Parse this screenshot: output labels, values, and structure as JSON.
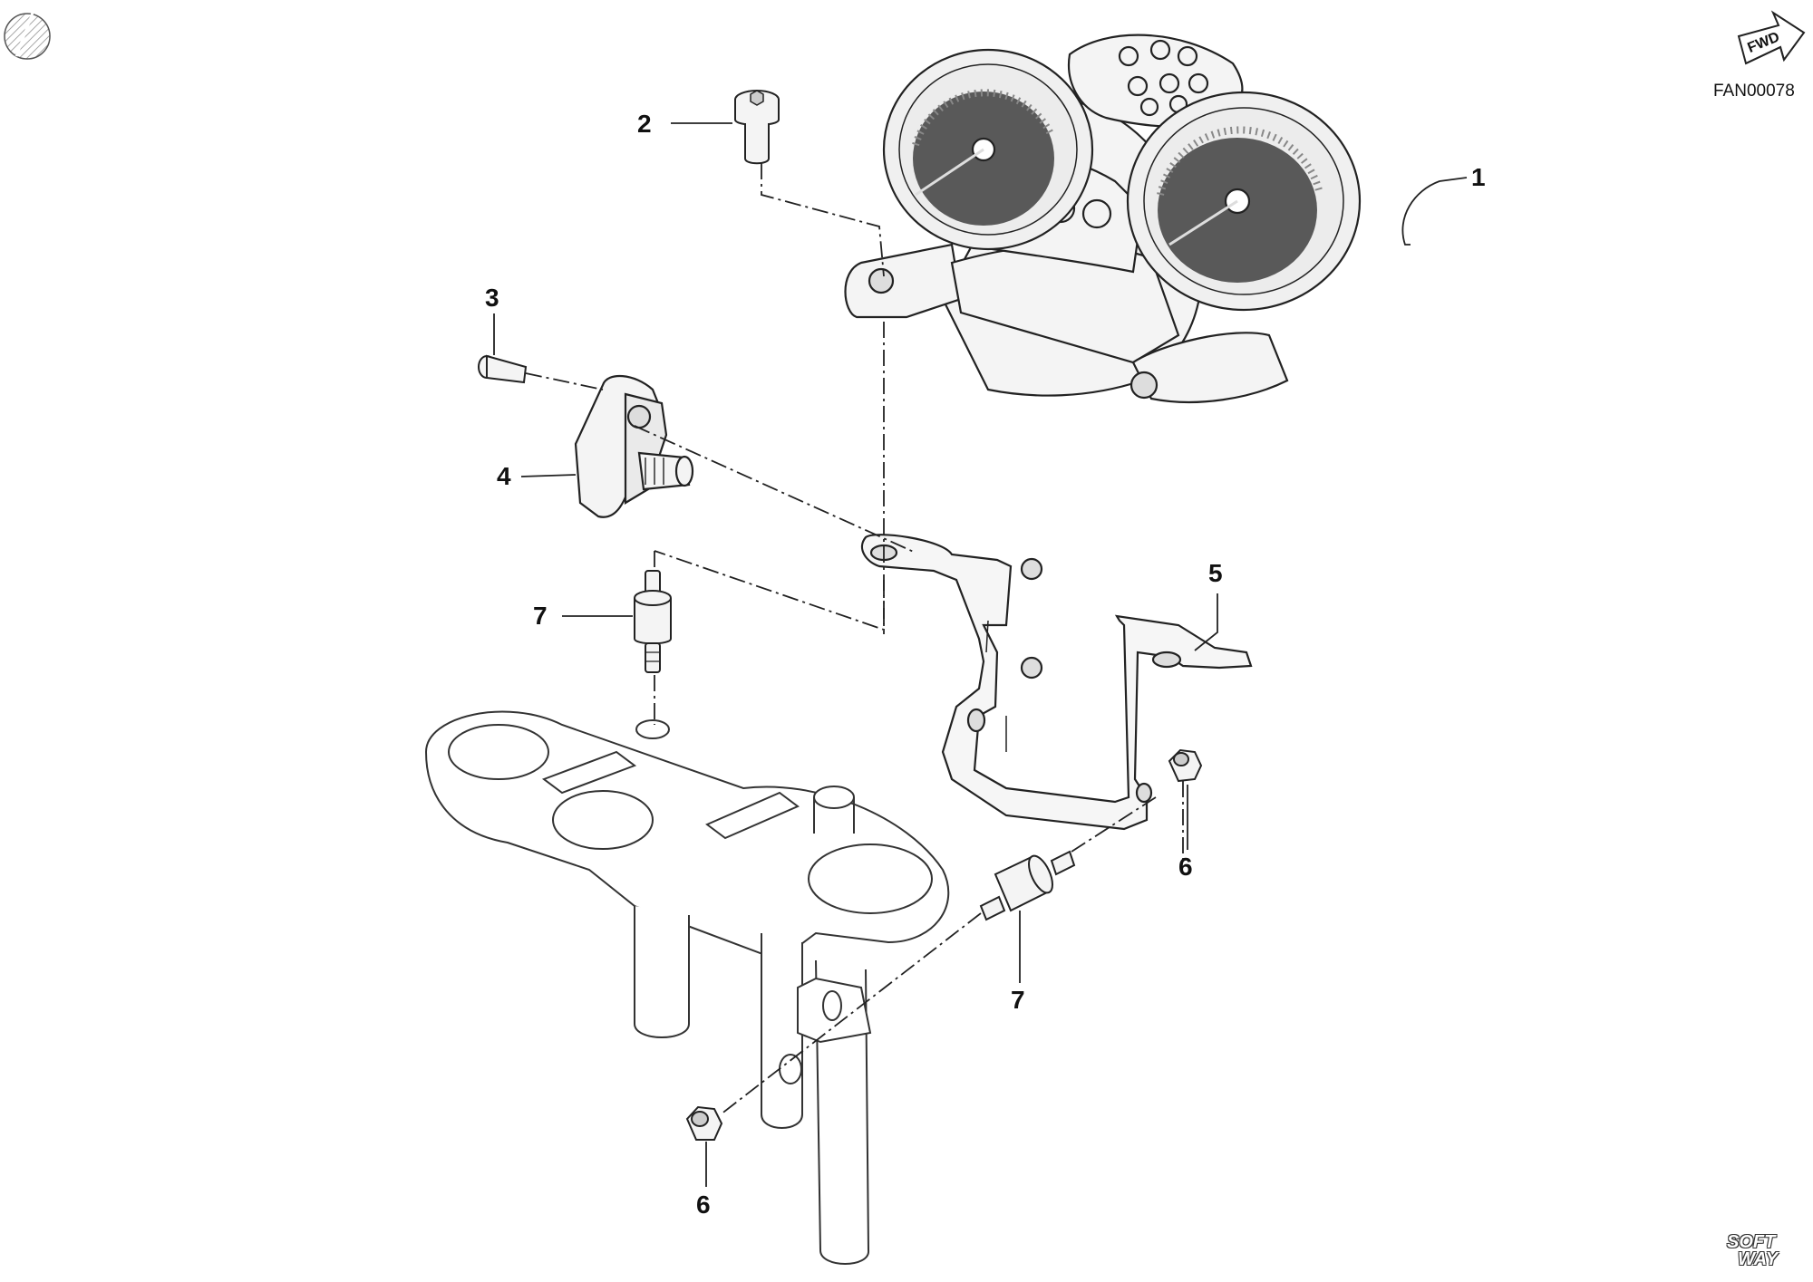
{
  "diagram": {
    "code": "FAN00078",
    "fwd_label": "FWD",
    "brand_line1": "SOFT",
    "brand_line2": "WAY",
    "callouts": {
      "c1": "1",
      "c2": "2",
      "c3": "3",
      "c4": "4",
      "c5": "5",
      "c6a": "6",
      "c6b": "6",
      "c7a": "7",
      "c7b": "7"
    }
  },
  "colors": {
    "line": "#222222",
    "dial_fill": "#595959",
    "dial_face": "#ececec",
    "part_fill": "#f4f4f4"
  }
}
